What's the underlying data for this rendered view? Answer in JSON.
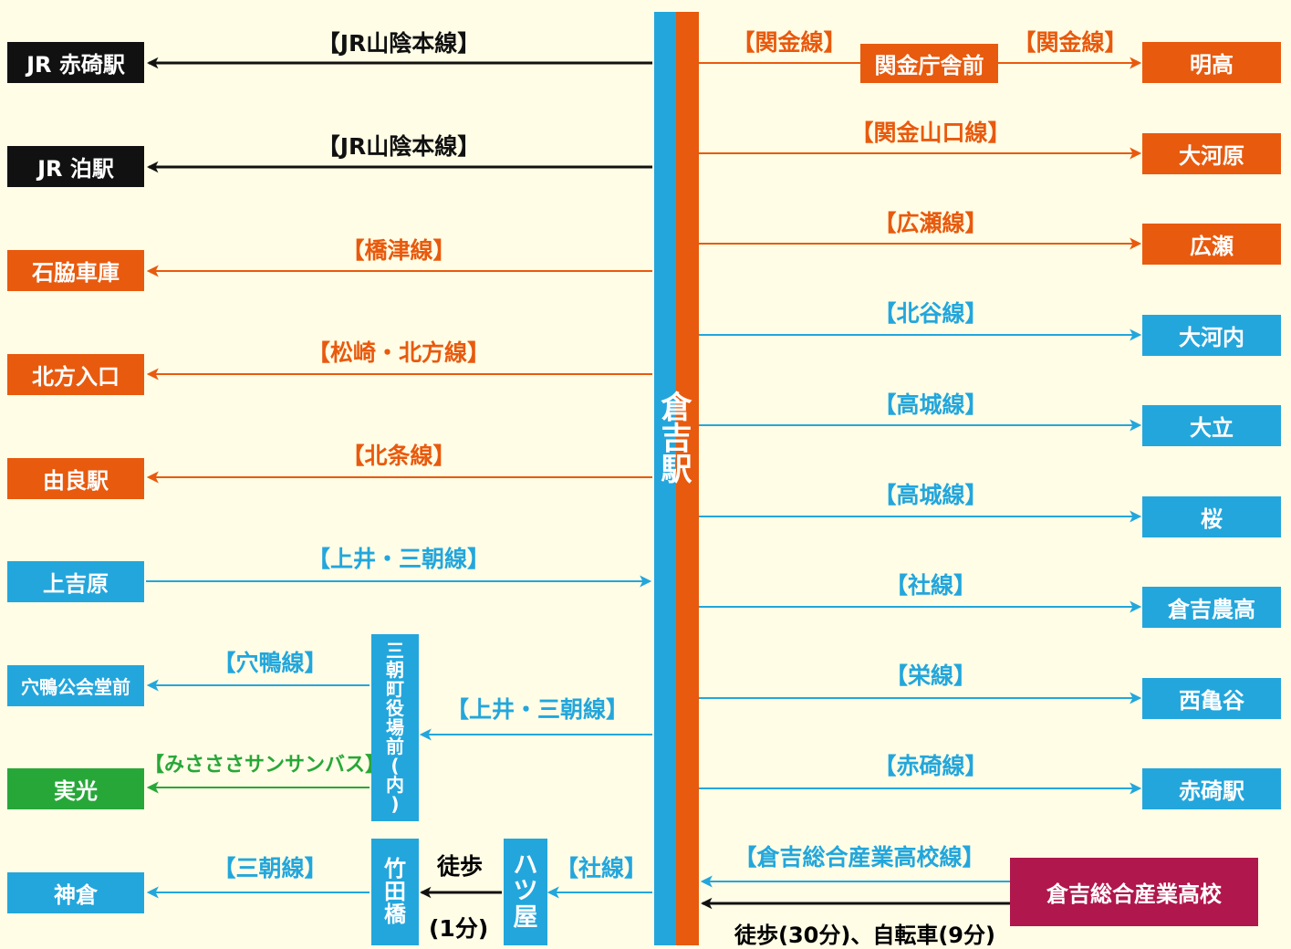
{
  "hub": {
    "name": "倉吉駅"
  },
  "colors": {
    "orange": "#e85a0e",
    "blue": "#23a6dc",
    "black": "#111111",
    "green": "#28a739",
    "maroon": "#b0174c"
  },
  "left_routes": [
    {
      "line": "【JR山陰本線】",
      "dest": "JR 赤碕駅",
      "color": "black"
    },
    {
      "line": "【JR山陰本線】",
      "dest": "JR 泊駅",
      "color": "black"
    },
    {
      "line": "【橋津線】",
      "dest": "石脇車庫",
      "color": "orange"
    },
    {
      "line": "【松崎・北方線】",
      "dest": "北方入口",
      "color": "orange"
    },
    {
      "line": "【北条線】",
      "dest": "由良駅",
      "color": "orange"
    },
    {
      "line": "【上井・三朝線】",
      "dest": "上吉原",
      "color": "blue"
    },
    {
      "line": "【穴鴨線】",
      "dest": "穴鴨公会堂前",
      "color": "blue"
    },
    {
      "line": "【みさささサンサンバス】",
      "dest": "実光",
      "color": "green"
    },
    {
      "line": "【三朝線】",
      "dest": "神倉",
      "color": "blue"
    }
  ],
  "transfers": {
    "misasa": {
      "name": "三朝町役場前(内)",
      "line": "【上井・三朝線】"
    },
    "takeda": {
      "name": "竹田橋"
    },
    "hatsuya": {
      "name": "ハツ屋",
      "line": "【社線】"
    },
    "walk_label": "徒歩",
    "walk_time": "(1分)"
  },
  "right_routes": [
    {
      "line": "【関金山口線】",
      "dest": "大河原",
      "color": "orange"
    },
    {
      "line": "【広瀬線】",
      "dest": "広瀬",
      "color": "orange"
    },
    {
      "line": "【北谷線】",
      "dest": "大河内",
      "color": "blue"
    },
    {
      "line": "【高城線】",
      "dest": "大立",
      "color": "blue"
    },
    {
      "line": "【高城線】",
      "dest": "桜",
      "color": "blue"
    },
    {
      "line": "【社線】",
      "dest": "倉吉農高",
      "color": "blue"
    },
    {
      "line": "【栄線】",
      "dest": "西亀谷",
      "color": "blue"
    },
    {
      "line": "【赤碕線】",
      "dest": "赤碕駅",
      "color": "blue"
    }
  ],
  "sekigane": {
    "line_1": "【関金線】",
    "mid_stop": "関金庁舎前",
    "line_2": "【関金線】",
    "dest": "明高"
  },
  "school": {
    "line": "【倉吉総合産業高校線】",
    "name": "倉吉総合産業高校",
    "note": "徒歩(30分)、自転車(9分)"
  }
}
